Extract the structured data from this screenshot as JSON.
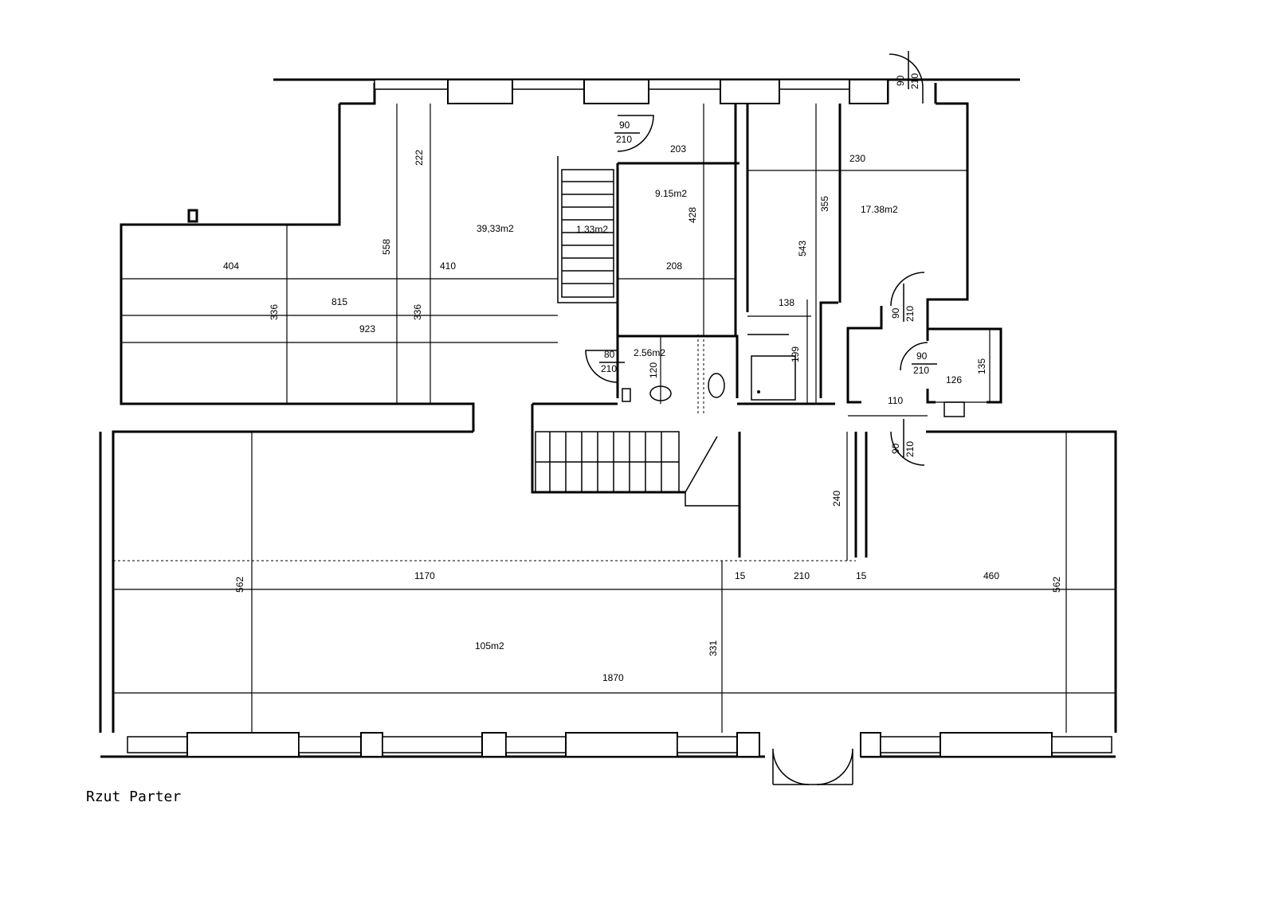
{
  "caption": "Rzut Parter",
  "areas": {
    "main_upper": "39,33m2",
    "stair_small": "1.33m2",
    "room_center": "9.15m2",
    "room_right": "17.38m2",
    "wc": "2.56m2",
    "hall_lower": "105m2"
  },
  "dims": {
    "d203": "203",
    "d230": "230",
    "d222": "222",
    "d428": "428",
    "d355": "355",
    "d404": "404",
    "d558": "558",
    "d410": "410",
    "d208": "208",
    "d543": "543",
    "d815": "815",
    "d336a": "336",
    "d336b": "336",
    "d923": "923",
    "d138": "138",
    "d199": "199",
    "d120": "120",
    "d126": "126",
    "d135": "135",
    "d110": "110",
    "d240": "240",
    "d562a": "562",
    "d1170": "1170",
    "d15a": "15",
    "d210": "210",
    "d15b": "15",
    "d460": "460",
    "d562b": "562",
    "d331": "331",
    "d1870": "1870"
  },
  "doors": [
    {
      "w": "90",
      "h": "210"
    },
    {
      "w": "90",
      "h": "210"
    },
    {
      "w": "80",
      "h": "210"
    },
    {
      "w": "90",
      "h": "210"
    },
    {
      "w": "90",
      "h": "210"
    },
    {
      "w": "90",
      "h": "210"
    }
  ]
}
